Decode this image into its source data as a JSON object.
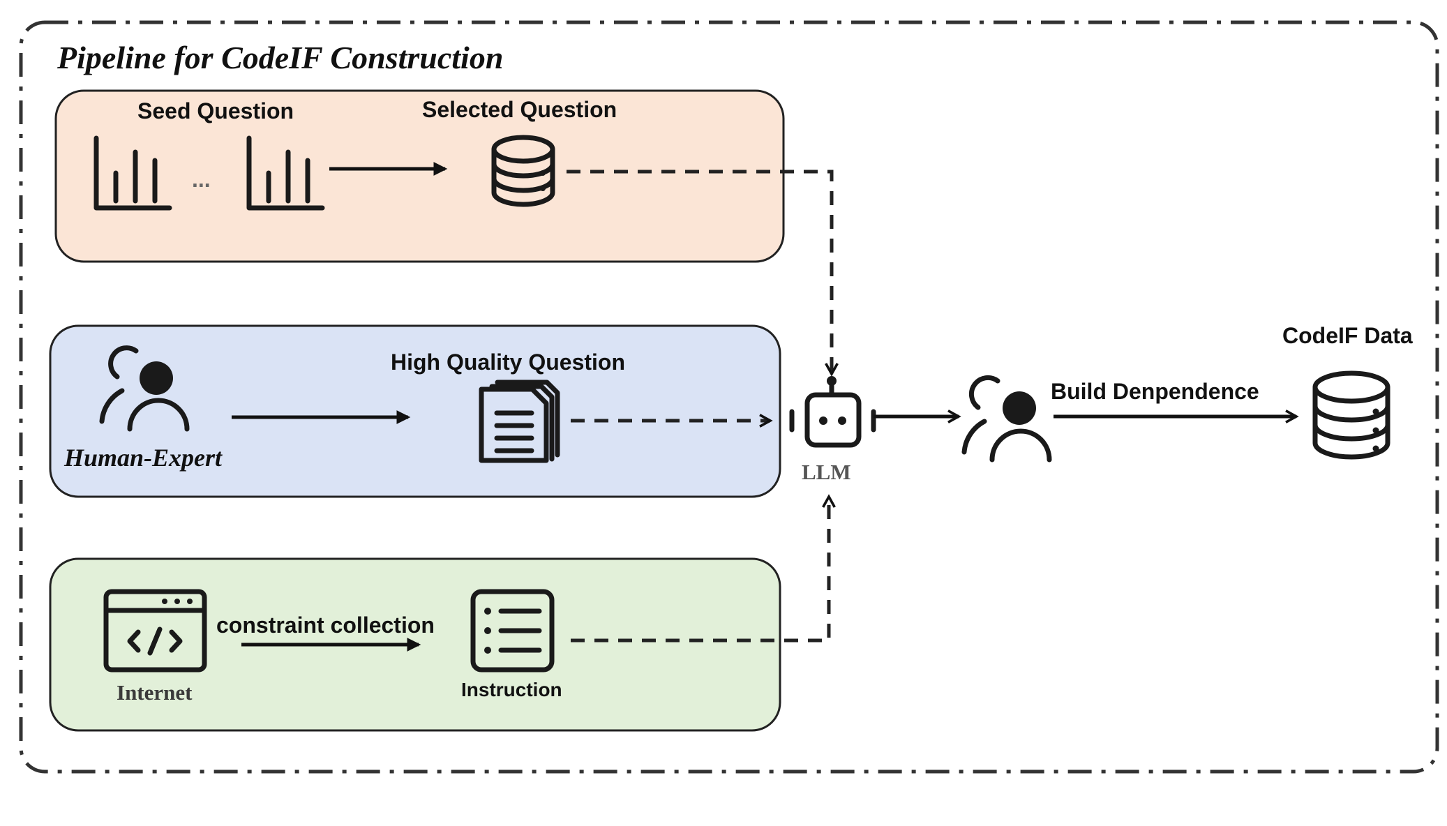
{
  "title": "Pipeline for CodeIF Construction",
  "panels": {
    "seed": {
      "seed_label": "Seed Question",
      "ellipsis": "...",
      "selected_label": "Selected Question",
      "color": "#fbe5d6"
    },
    "human": {
      "expert_label": "Human-Expert",
      "quality_label": "High Quality Question",
      "color": "#dae3f5"
    },
    "internet": {
      "internet_label": "Internet",
      "collection_label": "constraint collection",
      "instruction_label": "Instruction",
      "color": "#e2f0d9"
    }
  },
  "llm": {
    "label": "LLM"
  },
  "build": {
    "label": "Build Denpendence"
  },
  "output": {
    "label": "CodeIF Data"
  },
  "icons": {
    "seed_chart_1": "bar-chart-icon",
    "seed_chart_2": "bar-chart-icon",
    "selected_db": "database-icon",
    "expert": "person-icon",
    "quality_docs": "documents-icon",
    "internet": "code-window-icon",
    "instruction": "list-icon",
    "llm": "robot-icon",
    "builder": "person-icon",
    "output_db": "database-icon"
  }
}
